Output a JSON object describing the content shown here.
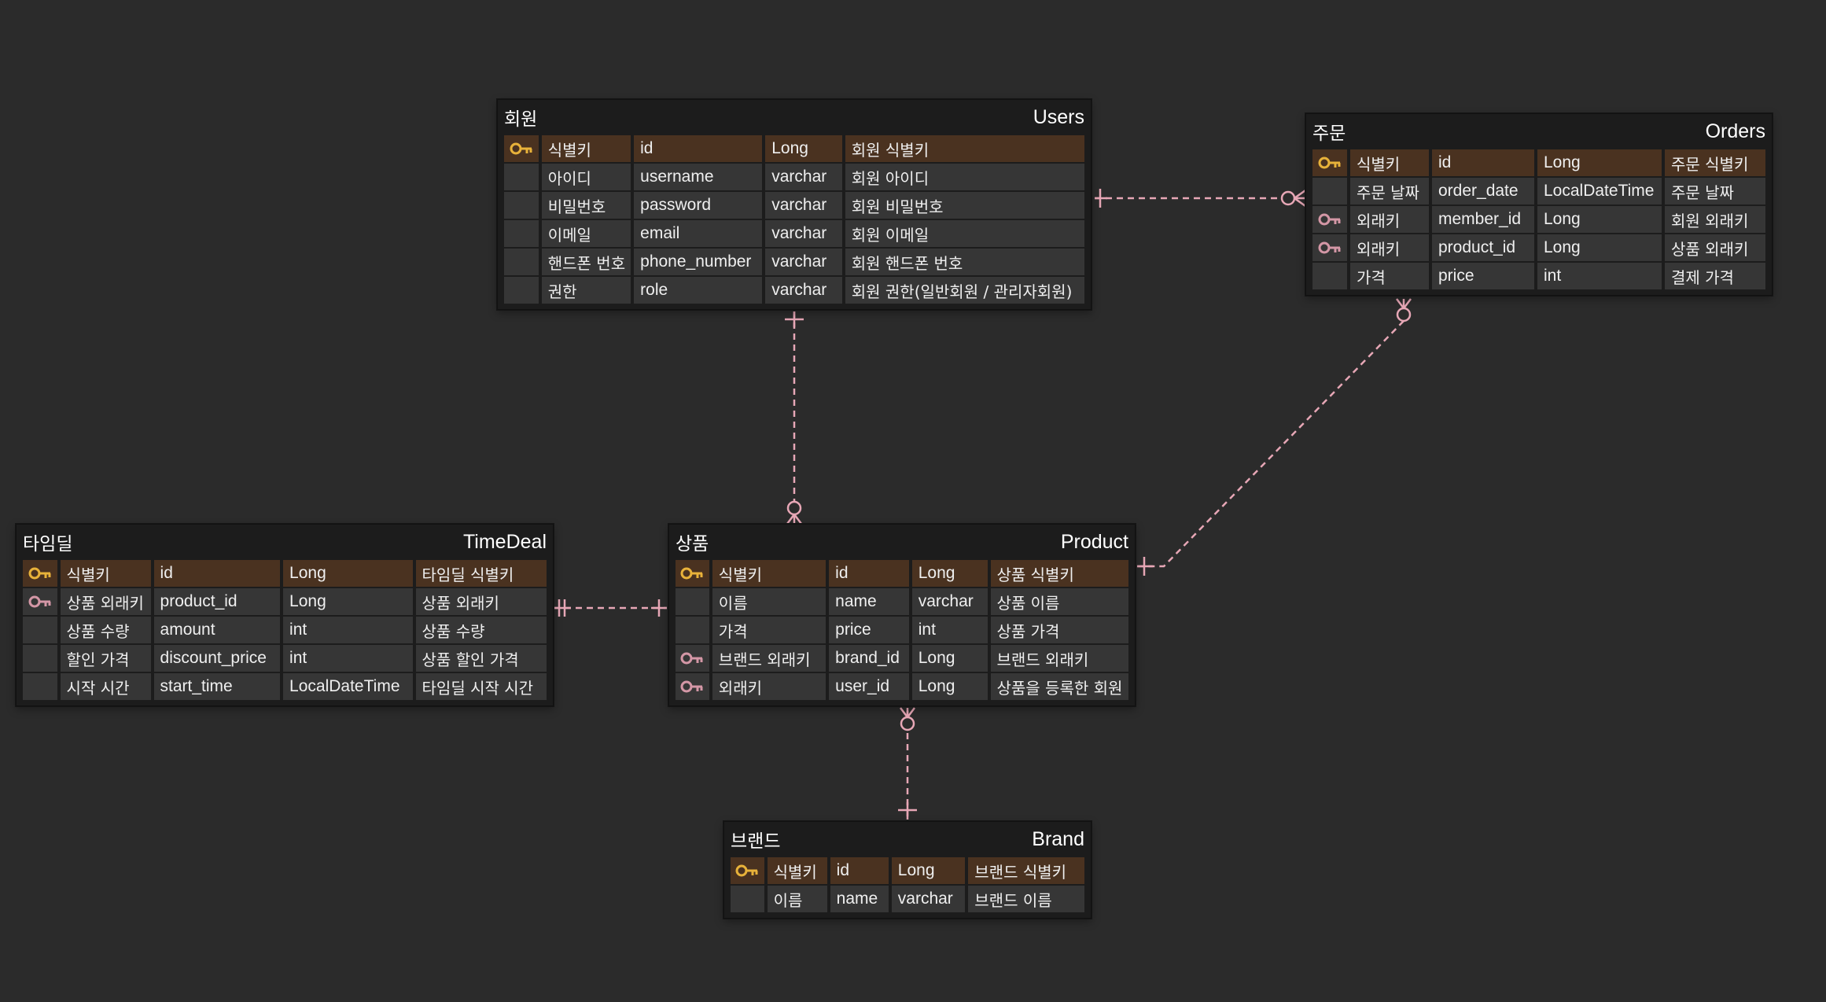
{
  "colors": {
    "background": "#2b2b2b",
    "entity_bg": "#1c1c1c",
    "cell_bg": "#363636",
    "pk_row_bg": "#4a3220",
    "pk_key": "#e8b23a",
    "fk_key": "#d497a6",
    "connector": "#e7a7b6"
  },
  "entities": {
    "users": {
      "logical": "회원",
      "physical": "Users",
      "rows": [
        {
          "key": "pk",
          "label": "식별키",
          "column": "id",
          "type": "Long",
          "comment": "회원 식별키"
        },
        {
          "key": "",
          "label": "아이디",
          "column": "username",
          "type": "varchar",
          "comment": "회원 아이디"
        },
        {
          "key": "",
          "label": "비밀번호",
          "column": "password",
          "type": "varchar",
          "comment": "회원 비밀번호"
        },
        {
          "key": "",
          "label": "이메일",
          "column": "email",
          "type": "varchar",
          "comment": "회원 이메일"
        },
        {
          "key": "",
          "label": "핸드폰 번호",
          "column": "phone_number",
          "type": "varchar",
          "comment": "회원 핸드폰 번호"
        },
        {
          "key": "",
          "label": "권한",
          "column": "role",
          "type": "varchar",
          "comment": "회원 권한(일반회원 / 관리자회원)"
        }
      ]
    },
    "orders": {
      "logical": "주문",
      "physical": "Orders",
      "rows": [
        {
          "key": "pk",
          "label": "식별키",
          "column": "id",
          "type": "Long",
          "comment": "주문 식별키"
        },
        {
          "key": "",
          "label": "주문 날짜",
          "column": "order_date",
          "type": "LocalDateTime",
          "comment": "주문 날짜"
        },
        {
          "key": "fk",
          "label": "외래키",
          "column": "member_id",
          "type": "Long",
          "comment": "회원 외래키"
        },
        {
          "key": "fk",
          "label": "외래키",
          "column": "product_id",
          "type": "Long",
          "comment": "상품 외래키"
        },
        {
          "key": "",
          "label": "가격",
          "column": "price",
          "type": "int",
          "comment": "결제 가격"
        }
      ]
    },
    "timedeal": {
      "logical": "타임딜",
      "physical": "TimeDeal",
      "rows": [
        {
          "key": "pk",
          "label": "식별키",
          "column": "id",
          "type": "Long",
          "comment": "타임딜 식별키"
        },
        {
          "key": "fk",
          "label": "상품 외래키",
          "column": "product_id",
          "type": "Long",
          "comment": "상품 외래키"
        },
        {
          "key": "",
          "label": "상품 수량",
          "column": "amount",
          "type": "int",
          "comment": "상품 수량"
        },
        {
          "key": "",
          "label": "할인 가격",
          "column": "discount_price",
          "type": "int",
          "comment": "상품 할인 가격"
        },
        {
          "key": "",
          "label": "시작 시간",
          "column": "start_time",
          "type": "LocalDateTime",
          "comment": "타임딜 시작 시간"
        }
      ]
    },
    "product": {
      "logical": "상품",
      "physical": "Product",
      "rows": [
        {
          "key": "pk",
          "label": "식별키",
          "column": "id",
          "type": "Long",
          "comment": "상품 식별키"
        },
        {
          "key": "",
          "label": "이름",
          "column": "name",
          "type": "varchar",
          "comment": "상품 이름"
        },
        {
          "key": "",
          "label": "가격",
          "column": "price",
          "type": "int",
          "comment": "상품 가격"
        },
        {
          "key": "fk",
          "label": "브랜드 외래키",
          "column": "brand_id",
          "type": "Long",
          "comment": "브랜드 외래키"
        },
        {
          "key": "fk",
          "label": "외래키",
          "column": "user_id",
          "type": "Long",
          "comment": "상품을 등록한 회원"
        }
      ]
    },
    "brand": {
      "logical": "브랜드",
      "physical": "Brand",
      "rows": [
        {
          "key": "pk",
          "label": "식별키",
          "column": "id",
          "type": "Long",
          "comment": "브랜드 식별키"
        },
        {
          "key": "",
          "label": "이름",
          "column": "name",
          "type": "varchar",
          "comment": "브랜드 이름"
        }
      ]
    }
  }
}
